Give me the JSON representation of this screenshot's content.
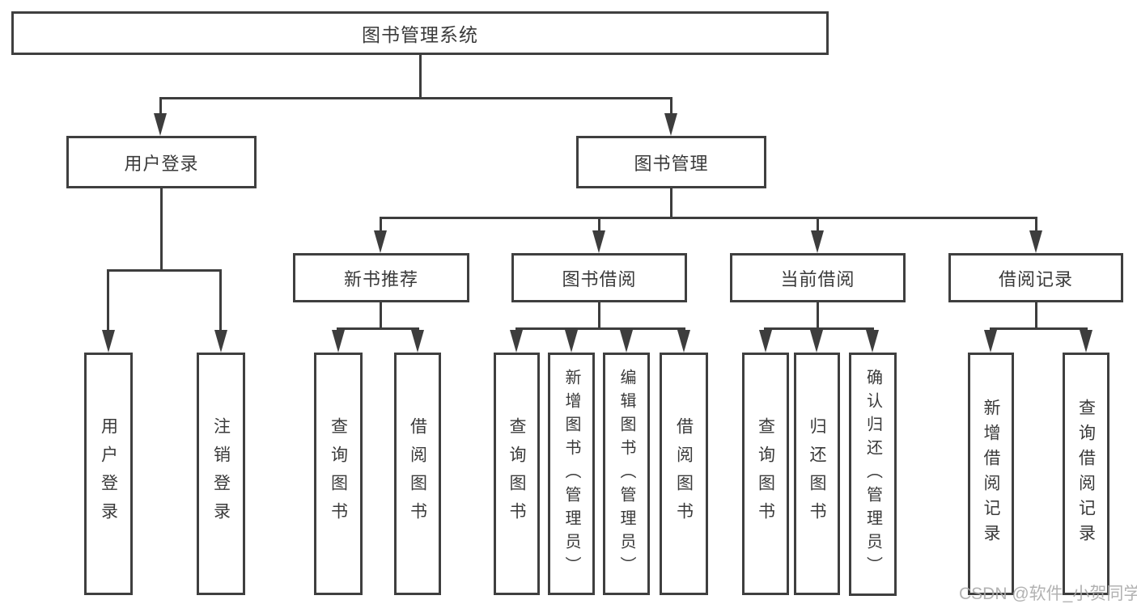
{
  "diagram_title": "图书管理系统",
  "tree": {
    "root": "图书管理系统",
    "children": [
      {
        "label": "用户登录",
        "children": [
          {
            "label": "用户登录"
          },
          {
            "label": "注销登录"
          }
        ]
      },
      {
        "label": "图书管理",
        "children": [
          {
            "label": "新书推荐",
            "children": [
              {
                "label": "查询图书"
              },
              {
                "label": "借阅图书"
              }
            ]
          },
          {
            "label": "图书借阅",
            "children": [
              {
                "label": "查询图书"
              },
              {
                "label": "新增图书（管理员）"
              },
              {
                "label": "编辑图书（管理员）"
              },
              {
                "label": "借阅图书"
              }
            ]
          },
          {
            "label": "当前借阅",
            "children": [
              {
                "label": "查询图书"
              },
              {
                "label": "归还图书"
              },
              {
                "label": "确认归还（管理员）"
              }
            ]
          },
          {
            "label": "借阅记录",
            "children": [
              {
                "label": "新增借阅记录"
              },
              {
                "label": "查询借阅记录"
              }
            ]
          }
        ]
      }
    ]
  },
  "watermark": "CSDN @软件_小贺同学",
  "colors": {
    "line": "#3d3d3d",
    "box_border": "#3f3f3f",
    "box_fill": "#ffffff",
    "text": "#3a3a3a",
    "watermark": "#aaaaaa",
    "background": "#ffffff"
  }
}
